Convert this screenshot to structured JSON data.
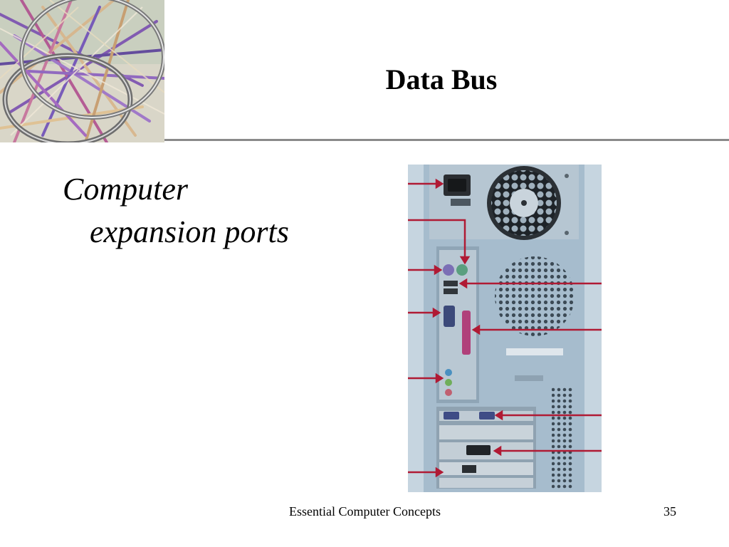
{
  "slide": {
    "title": "Data Bus",
    "bullet": {
      "line1": "Computer",
      "line2": "expansion ports"
    },
    "footer": "Essential Computer Concepts",
    "page_number": "35"
  },
  "colors": {
    "arrow": "#b01a34",
    "case": "#a9bfd0",
    "title_rule": "#8a8a8a"
  },
  "icons": {
    "corner_image": "wire-sculpture-image",
    "photo": "computer-back-panel-photo"
  }
}
